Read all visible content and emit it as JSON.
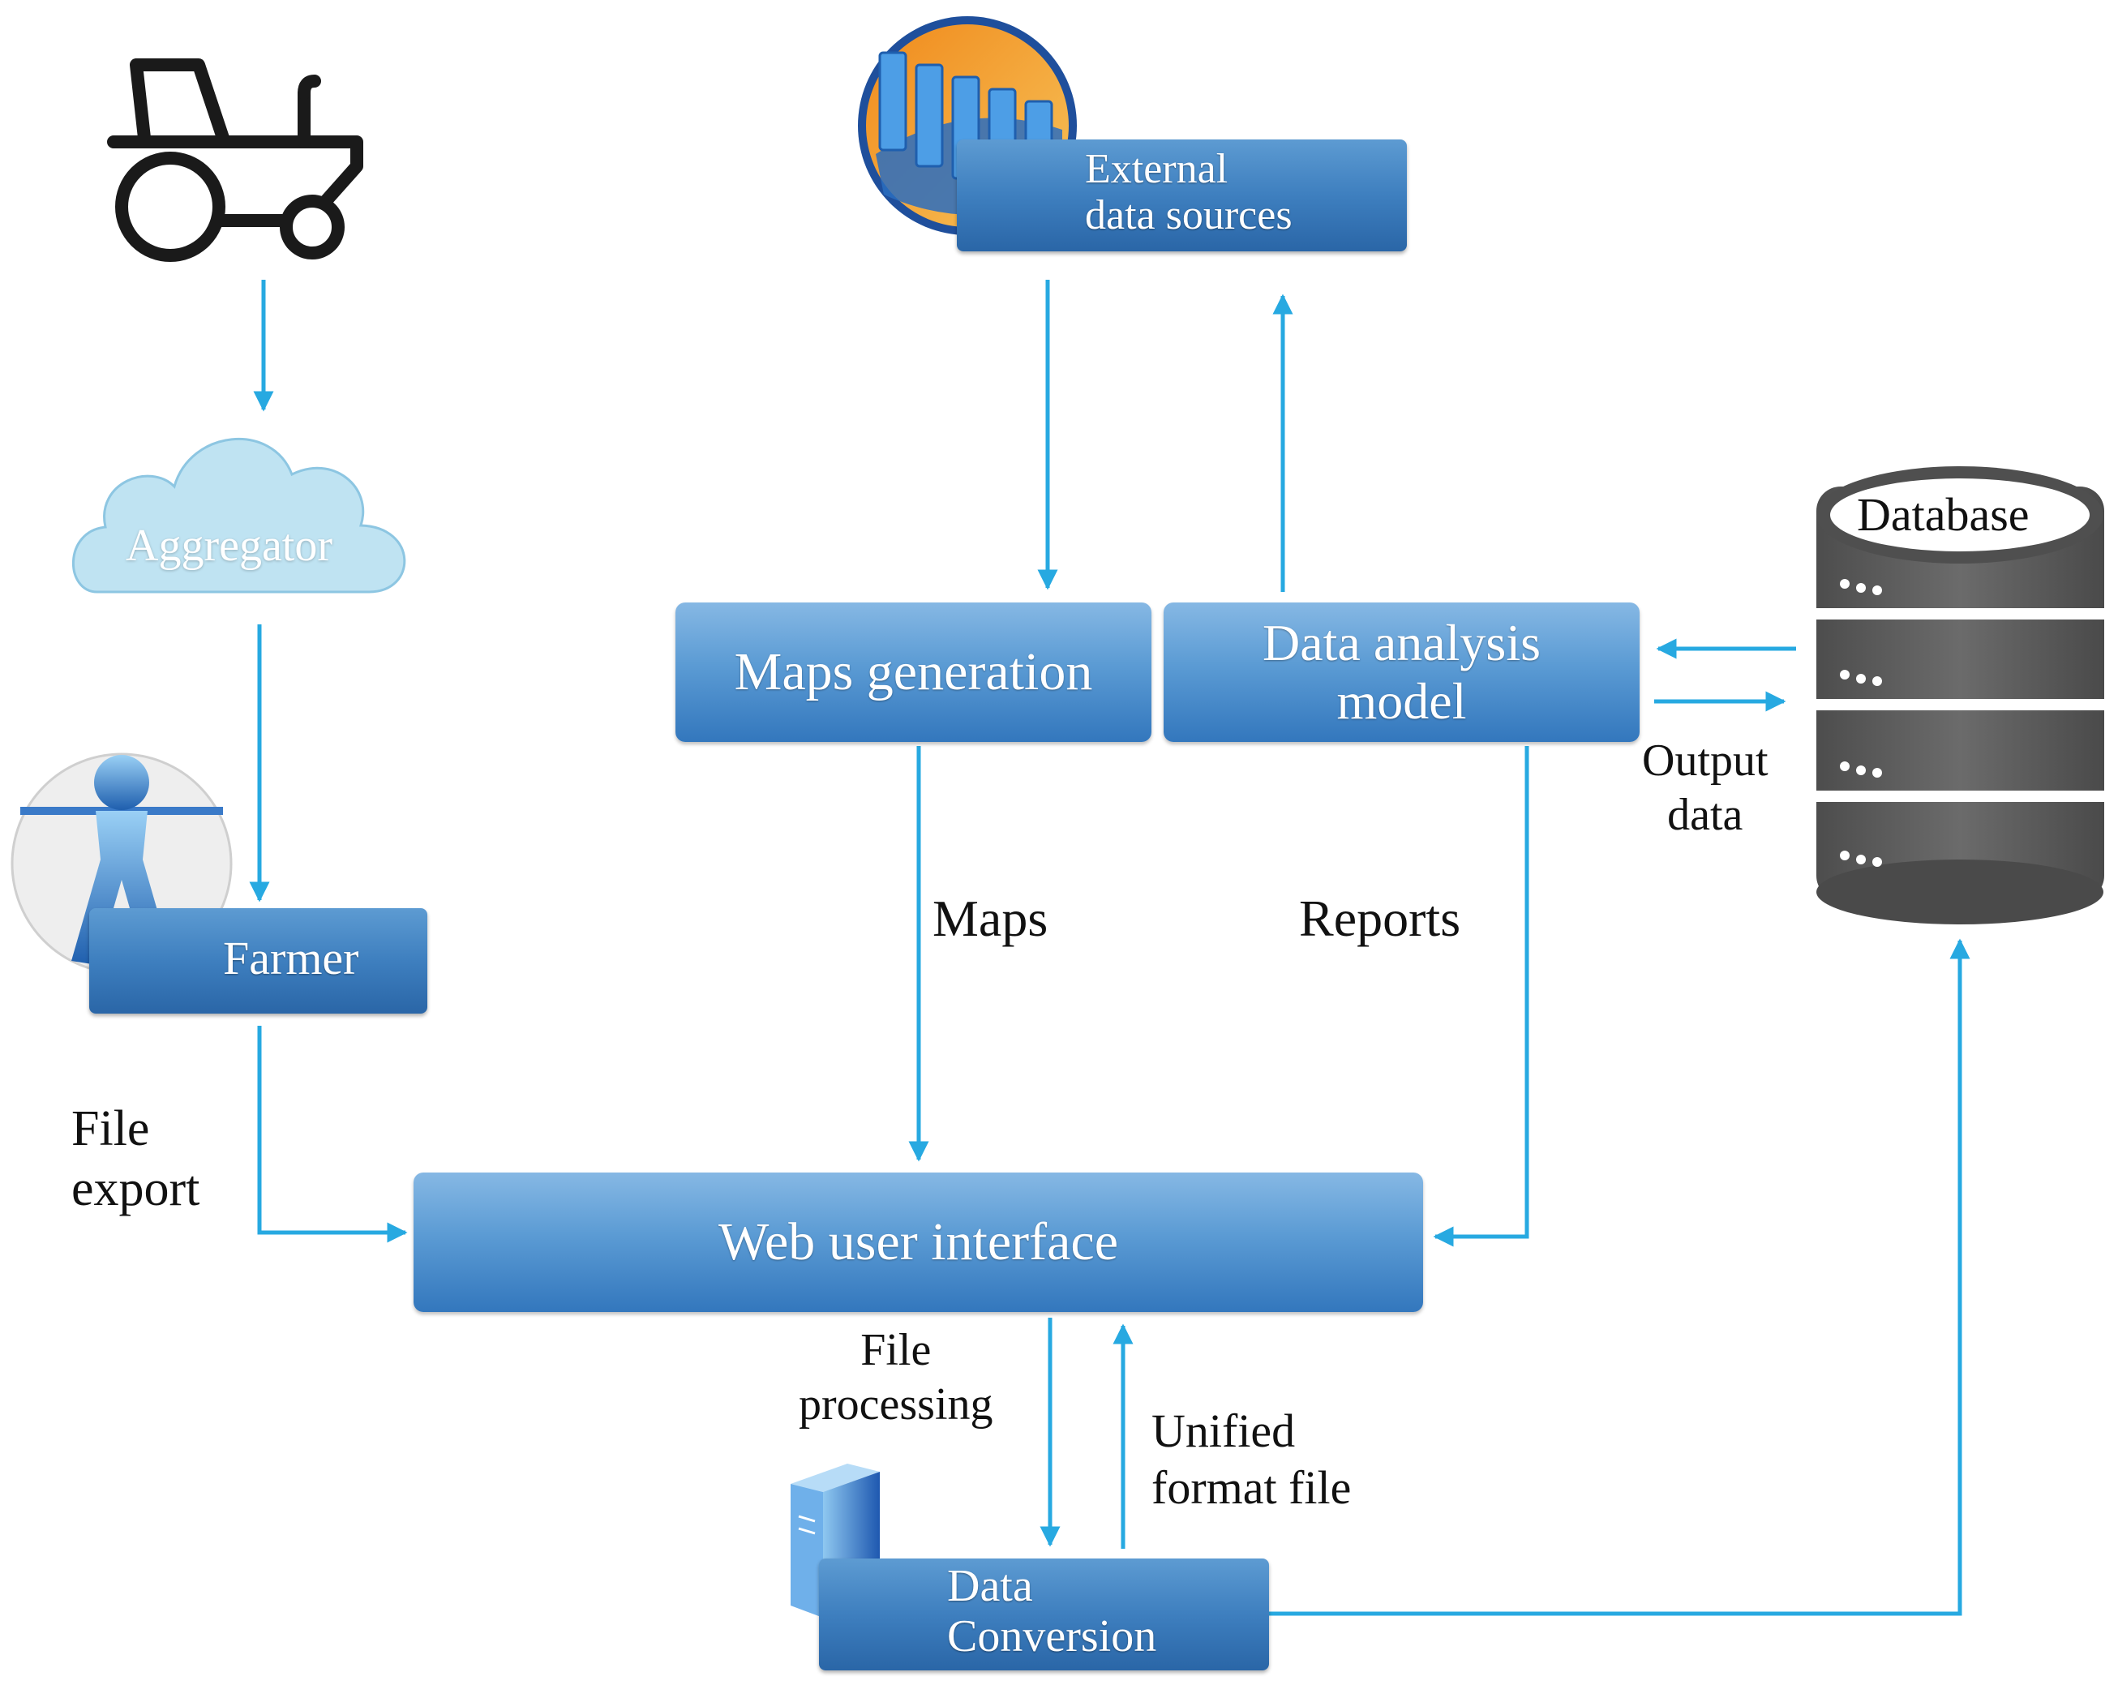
{
  "nodes": {
    "external_data_sources": "External\ndata sources",
    "aggregator": "Aggregator",
    "farmer": "Farmer",
    "maps_generation": "Maps generation",
    "data_analysis_model": "Data analysis\nmodel",
    "database": "Database",
    "web_user_interface": "Web user interface",
    "data_conversion": "Data\nConversion"
  },
  "edge_labels": {
    "file_export": "File\nexport",
    "maps": "Maps",
    "reports": "Reports",
    "output_data": "Output\ndata",
    "file_processing": "File\nprocessing",
    "unified_format_file": "Unified\nformat file"
  },
  "icons": {
    "tractor": "tractor-icon",
    "cloud": "cloud-icon",
    "person": "person-icon",
    "servers": "server-rack-icon",
    "database": "database-icon",
    "server": "server-icon"
  },
  "colors": {
    "arrow": "#27a9e1",
    "box_top": "#86b8e4",
    "box_bottom": "#3377bd",
    "cloud_fill": "#bfe3f2",
    "database_dark": "#5b5b5b",
    "tractor": "#1a1a1a"
  }
}
